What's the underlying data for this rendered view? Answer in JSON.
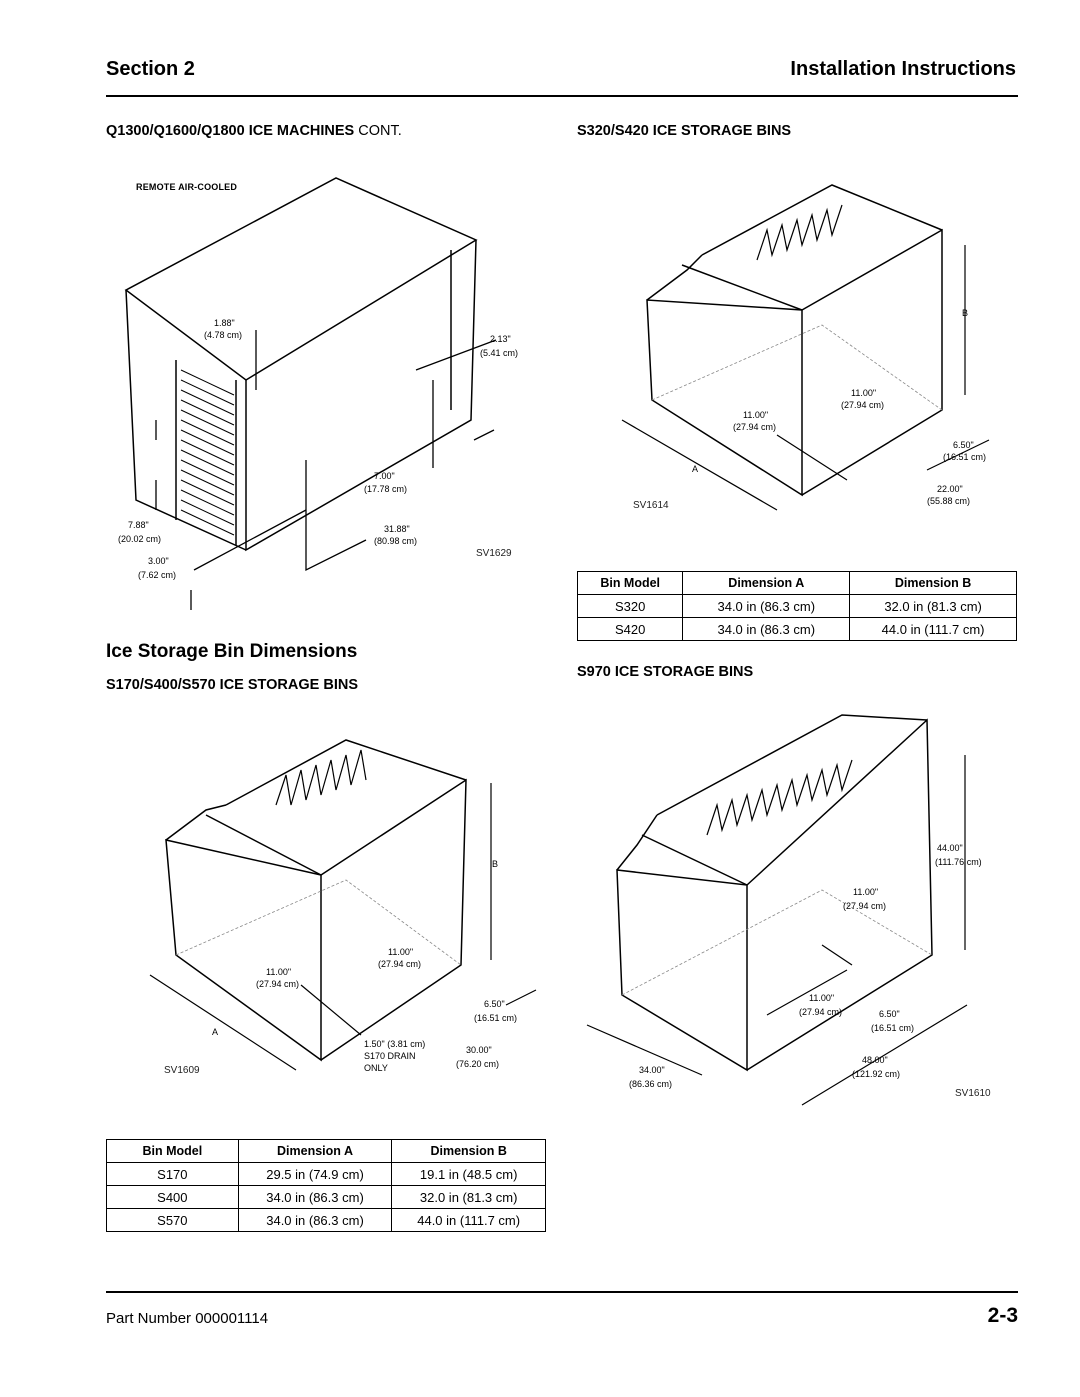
{
  "header": {
    "section": "Section 2",
    "title": "Installation Instructions"
  },
  "left_top": {
    "heading": "Q1300/Q1600/Q1800 ICE MACHINES",
    "heading_cont": "CONT.",
    "figure_label": "REMOTE AIR-COOLED",
    "figure_id": "SV1629",
    "dims": {
      "d1": "1.88\"",
      "d1m": "(4.78 cm)",
      "d2": "2.13\"",
      "d2m": "(5.41 cm)",
      "d3": "7.00\"",
      "d3m": "(17.78 cm)",
      "d4": "7.88\"",
      "d4m": "(20.02 cm)",
      "d5": "31.88\"",
      "d5m": "(80.98 cm)",
      "d6": "3.00\"",
      "d6m": "(7.62 cm)"
    }
  },
  "ice_bin_heading": "Ice Storage Bin Dimensions",
  "s170": {
    "heading": "S170/S400/S570 ICE STORAGE BINS",
    "figure_id": "SV1609",
    "dims": {
      "a": "A",
      "b": "B",
      "d1": "11.00\"",
      "d1m": "(27.94 cm)",
      "d2": "11.00\"",
      "d2m": "(27.94 cm)",
      "d3": "6.50\"",
      "d3m": "(16.51 cm)",
      "d4": "1.50\" (3.81 cm)",
      "d4b": "S170 DRAIN",
      "d4c": "ONLY",
      "d5": "30.00\"",
      "d5m": "(76.20 cm)"
    },
    "table": {
      "headers": [
        "Bin Model",
        "Dimension A",
        "Dimension B"
      ],
      "rows": [
        [
          "S170",
          "29.5 in (74.9 cm)",
          "19.1 in (48.5 cm)"
        ],
        [
          "S400",
          "34.0 in (86.3 cm)",
          "32.0 in (81.3 cm)"
        ],
        [
          "S570",
          "34.0 in (86.3 cm)",
          "44.0 in (111.7 cm)"
        ]
      ]
    }
  },
  "s320": {
    "heading": "S320/S420 ICE STORAGE BINS",
    "figure_id": "SV1614",
    "dims": {
      "a": "A",
      "b": "B",
      "d1": "11.00\"",
      "d1m": "(27.94 cm)",
      "d2": "11.00\"",
      "d2m": "(27.94 cm)",
      "d3": "6.50\"",
      "d3m": "(16.51 cm)",
      "d4": "22.00\"",
      "d4m": "(55.88 cm)"
    },
    "table": {
      "headers": [
        "Bin Model",
        "Dimension A",
        "Dimension B"
      ],
      "rows": [
        [
          "S320",
          "34.0 in (86.3 cm)",
          "32.0 in (81.3 cm)"
        ],
        [
          "S420",
          "34.0 in (86.3 cm)",
          "44.0 in (111.7 cm)"
        ]
      ]
    }
  },
  "s970": {
    "heading": "S970 ICE STORAGE BINS",
    "figure_id": "SV1610",
    "dims": {
      "d1": "44.00\"",
      "d1m": "(111.76 cm)",
      "d2": "11.00\"",
      "d2m": "(27.94 cm)",
      "d3": "11.00\"",
      "d3m": "(27.94 cm)",
      "d4": "6.50\"",
      "d4m": "(16.51 cm)",
      "d5": "48.00\"",
      "d5m": "(121.92 cm)",
      "d6": "34.00\"",
      "d6m": "(86.36 cm)"
    }
  },
  "footer": {
    "part_number": "Part Number 000001114",
    "page": "2-3"
  }
}
